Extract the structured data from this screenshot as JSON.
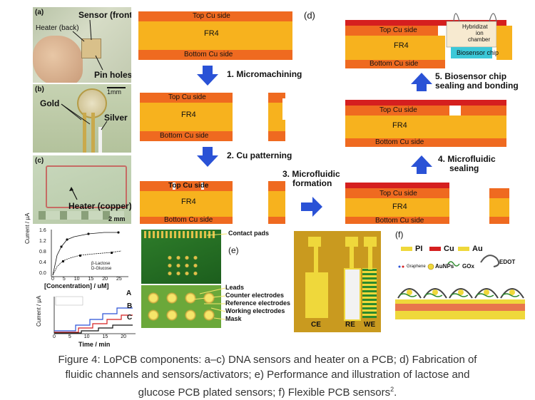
{
  "panel_a": {
    "tag": "(a)",
    "sensor": "Sensor (front)",
    "heater": "Heater (back)",
    "pins": "Pin holes"
  },
  "panel_b": {
    "tag": "(b)",
    "scale": "1mm",
    "gold": "Gold",
    "silver": "Silver"
  },
  "panel_c": {
    "tag": "(c)",
    "heater": "Heater (copper)",
    "scale": "2 mm"
  },
  "panel_d": {
    "tag": "(d)",
    "top_cu": "Top Cu side",
    "fr4": "FR4",
    "bottom_cu": "Bottom Cu side",
    "step1": "1. Micromachining",
    "step2": "2. Cu patterning",
    "step3a": "3. Microfluidic",
    "step3b": "formation",
    "step4a": "4. Microfluidic",
    "step4b": "sealing",
    "step5a": "5. Biosensor chip",
    "step5b": "sealing and bonding",
    "hyb1": "Hybridizat",
    "hyb2": "ion",
    "hyb3": "chamber",
    "chip": "Biosensor chip"
  },
  "panel_e": {
    "tag": "(e)",
    "contact": "Contact pads",
    "leads": "Leads",
    "counter": "Counter electrodes",
    "reference": "Reference electrodes",
    "working": "Working electrodes",
    "mask": "Mask",
    "plot1_ylabel": "Current / µA",
    "plot1_xlabel": "[Concentration] / uM]",
    "plot1_legend1": "β-Lactose",
    "plot1_legend2": "D-Glucose",
    "plot1_yticks": [
      "1.6",
      "1.2",
      "0.8",
      "0.4",
      "0.0"
    ],
    "plot1_xticks": [
      "0",
      "5",
      "10",
      "15",
      "20",
      "25"
    ],
    "plot2_ylabel": "Current / µA",
    "plot2_xlabel": "Time / min",
    "plot2_xticks": [
      "0",
      "5",
      "10",
      "15",
      "20"
    ],
    "plot2_letters": [
      "A",
      "B",
      "C"
    ]
  },
  "panel_f": {
    "tag": "(f)",
    "ce": "CE",
    "re": "RE",
    "we": "WE",
    "pi": "PI",
    "cu": "Cu",
    "au": "Au",
    "graphene": "Graphene",
    "aunps": "AuNPs",
    "gox": "GOx",
    "edot": "EDOT"
  },
  "caption": {
    "line1": "Figure 4: LoPCB components: a–c) DNA sensors and heater on a PCB; d) Fabrication of",
    "line2": "fluidic channels and sensors/activators; e) Performance and illustration of lactose and",
    "line3": "glucose PCB plated sensors; f) Flexible PCB sensors",
    "sup": "2",
    "end": "."
  },
  "colors": {
    "fr4": "#f7b21e",
    "cu": "#ef6a20",
    "cu_dark": "#e03a1a",
    "red": "#d51f1f",
    "arrow": "#2a52d6",
    "cyan": "#3cc8d8",
    "green_pcb": "#2f8a2a",
    "pi_yellow": "#efd83b"
  }
}
